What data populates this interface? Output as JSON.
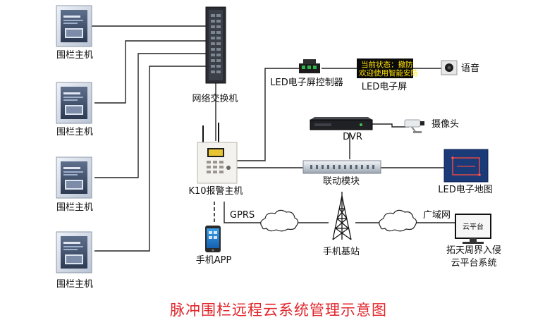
{
  "title": "脉冲围栏远程云系统管理示意图",
  "fence_hosts": [
    "围栏主机",
    "围栏主机",
    "围栏主机",
    "围栏主机"
  ],
  "devices": {
    "switch": "网络交换机",
    "led_controller": "LED电子屏控制器",
    "led_screen": "LED电子屏",
    "led_screen_line1": "当前状态：撤防",
    "led_screen_line2": "欢迎使用智能安防",
    "voice": "语音",
    "dvr": "DVR",
    "camera": "摄像头",
    "alarm_host": "K10报警主机",
    "linkage_module": "联动模块",
    "led_map": "LED电子地图",
    "mobile_app": "手机APP",
    "gprs": "GPRS",
    "base_station": "手机基站",
    "wan": "广域网",
    "cloud_box": "云平台",
    "cloud_platform_line1": "拓天周界入侵",
    "cloud_platform_line2": "云平台系统"
  },
  "colors": {
    "title": "#e0262b",
    "line": "#222222",
    "led_text": "#ffe000"
  }
}
